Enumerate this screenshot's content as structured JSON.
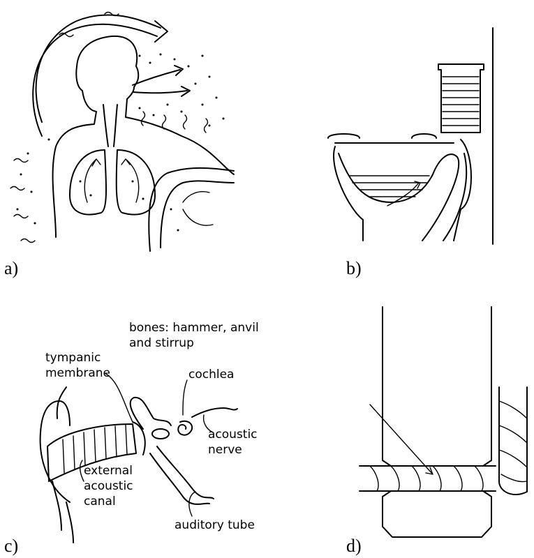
{
  "panels": [
    {
      "id": "a",
      "label": "a)"
    },
    {
      "id": "b",
      "label": "b)"
    },
    {
      "id": "c",
      "label": "c)"
    },
    {
      "id": "d",
      "label": "d)"
    }
  ],
  "ear_labels": {
    "bones_line1": "bones: hammer, anvil",
    "bones_line2": "and stirrup",
    "tympanic_line1": "tympanic",
    "tympanic_line2": "membrane",
    "cochlea": "cochlea",
    "acoustic_line1": "acoustic",
    "acoustic_line2": "nerve",
    "external_line1": "external",
    "external_line2": "acoustic",
    "external_line3": "canal",
    "auditory_tube": "auditory tube"
  },
  "colors": {
    "ink": "#000000",
    "paper": "#ffffff"
  }
}
